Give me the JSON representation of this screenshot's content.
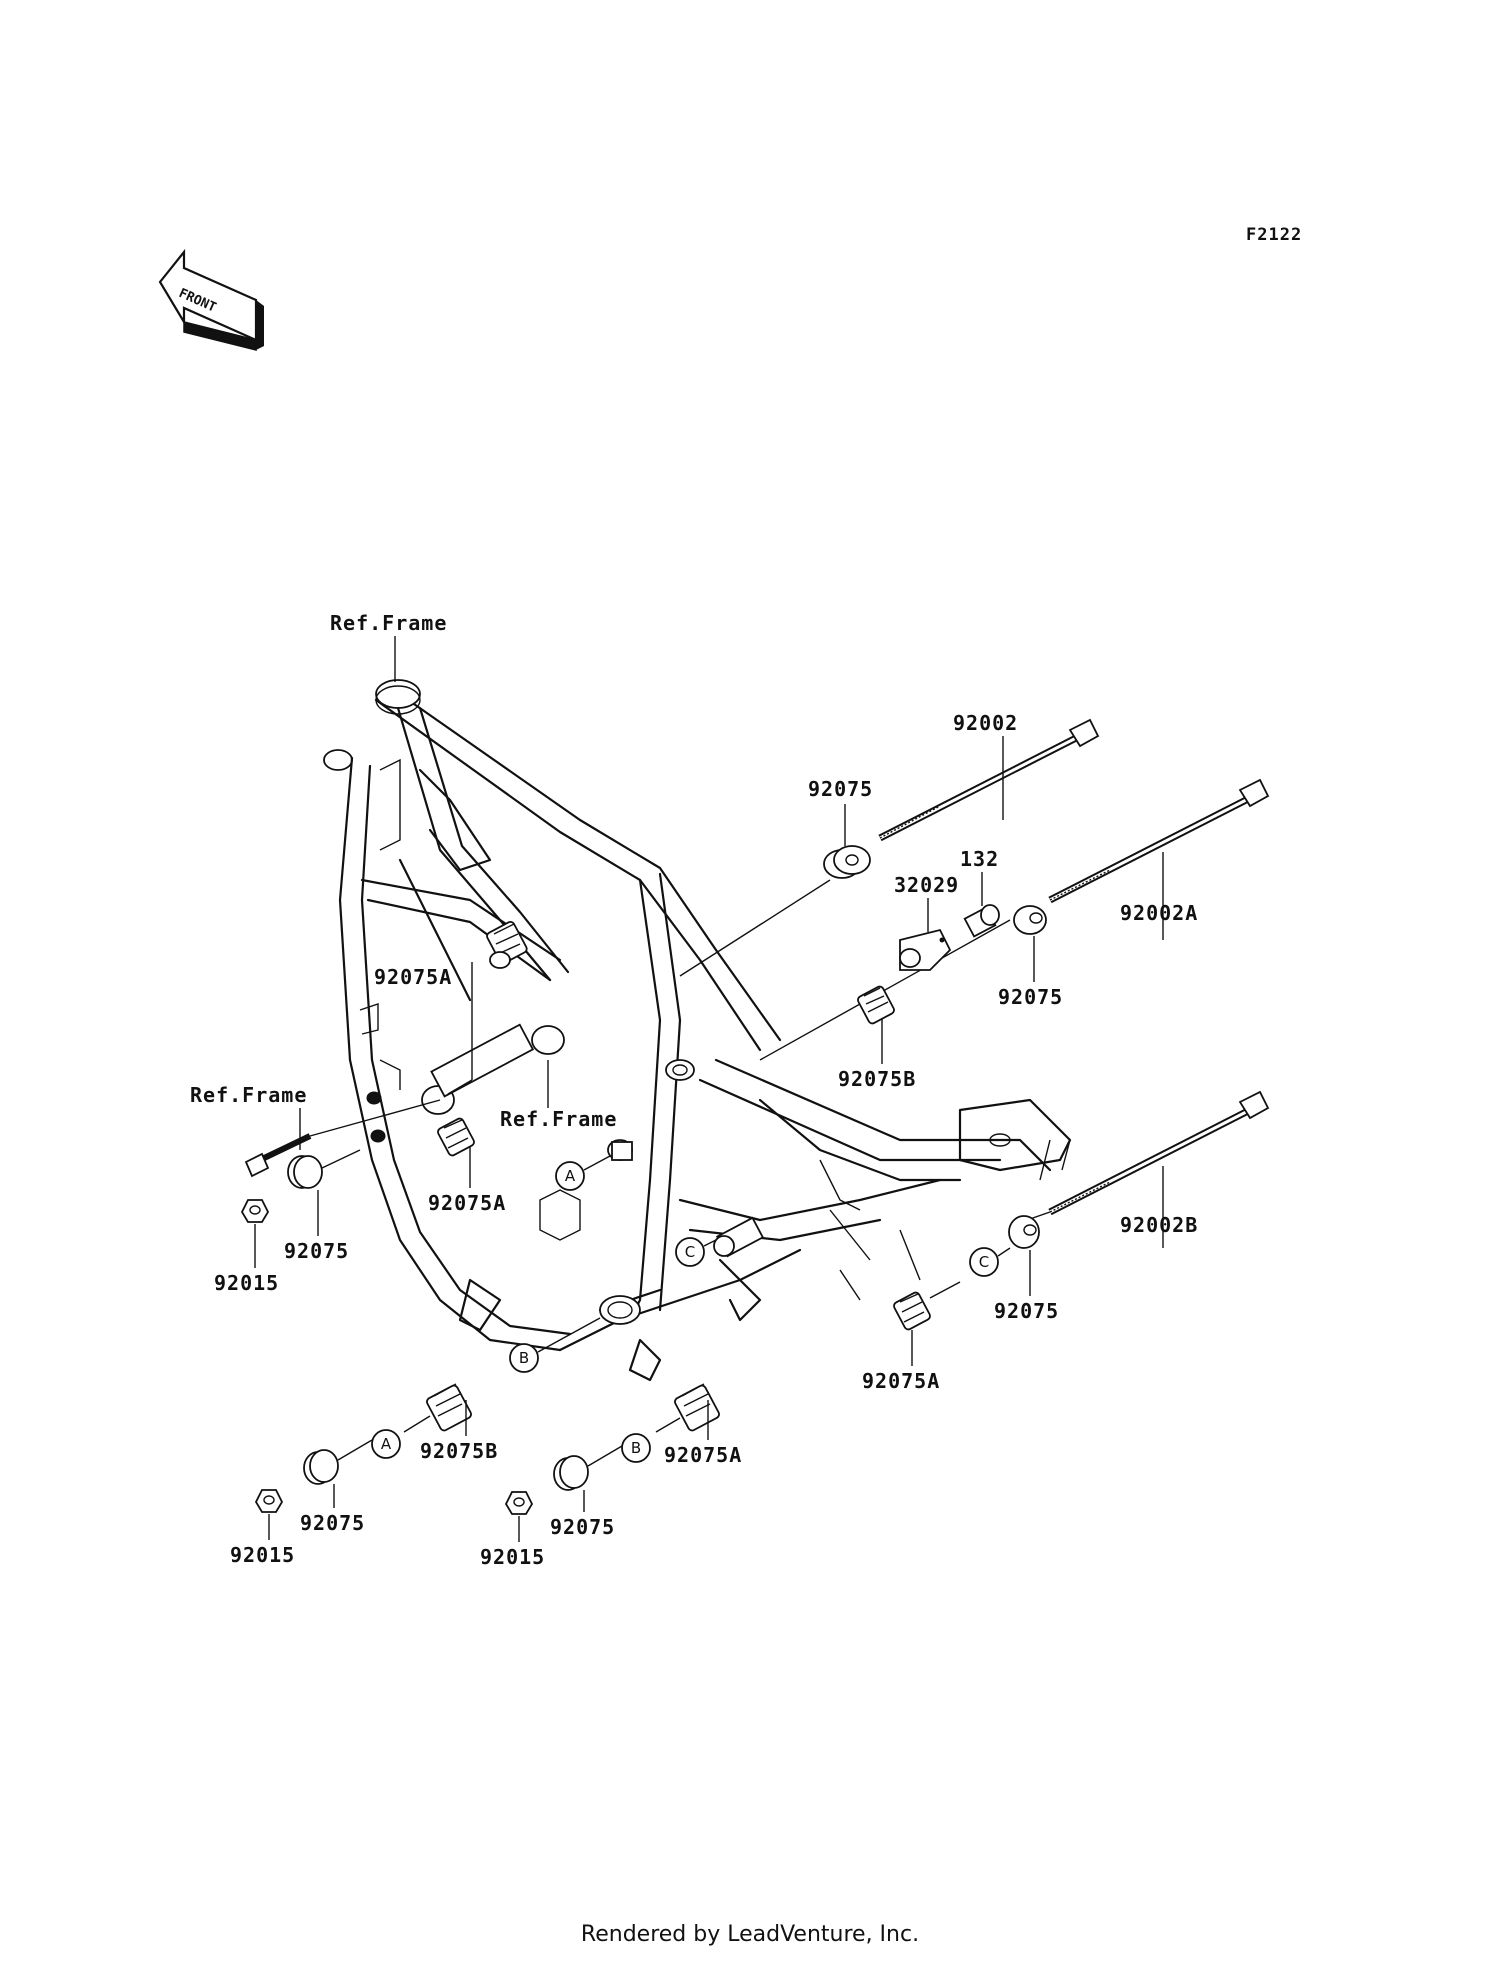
{
  "figure_code": "F2122",
  "front_label": "FRONT",
  "footer": "Rendered by LeadVenture, Inc.",
  "callouts": {
    "ref_frame_top": "Ref.Frame",
    "ref_frame_left": "Ref.Frame",
    "ref_frame_mid": "Ref.Frame",
    "p92002": "92002",
    "p92002A": "92002A",
    "p92002B": "92002B",
    "p92075_top": "92075",
    "p132": "132",
    "p32029": "32029",
    "p92075_right": "92075",
    "p92075A_upper": "92075A",
    "p92075B_mid": "92075B",
    "p92075A_left": "92075A",
    "p92075_left": "92075",
    "p92015_left": "92015",
    "p92075_lowright": "92075",
    "p92075A_lowright": "92075A",
    "p92075B_bottom": "92075B",
    "p92075_bottom_left": "92075",
    "p92015_bottom_left": "92015",
    "p92075A_bottom": "92075A",
    "p92075_bottom_mid": "92075",
    "p92015_bottom_mid": "92015"
  },
  "markers": {
    "a1": "A",
    "a2": "A",
    "b1": "B",
    "b2": "B",
    "c1": "C",
    "c2": "C"
  }
}
